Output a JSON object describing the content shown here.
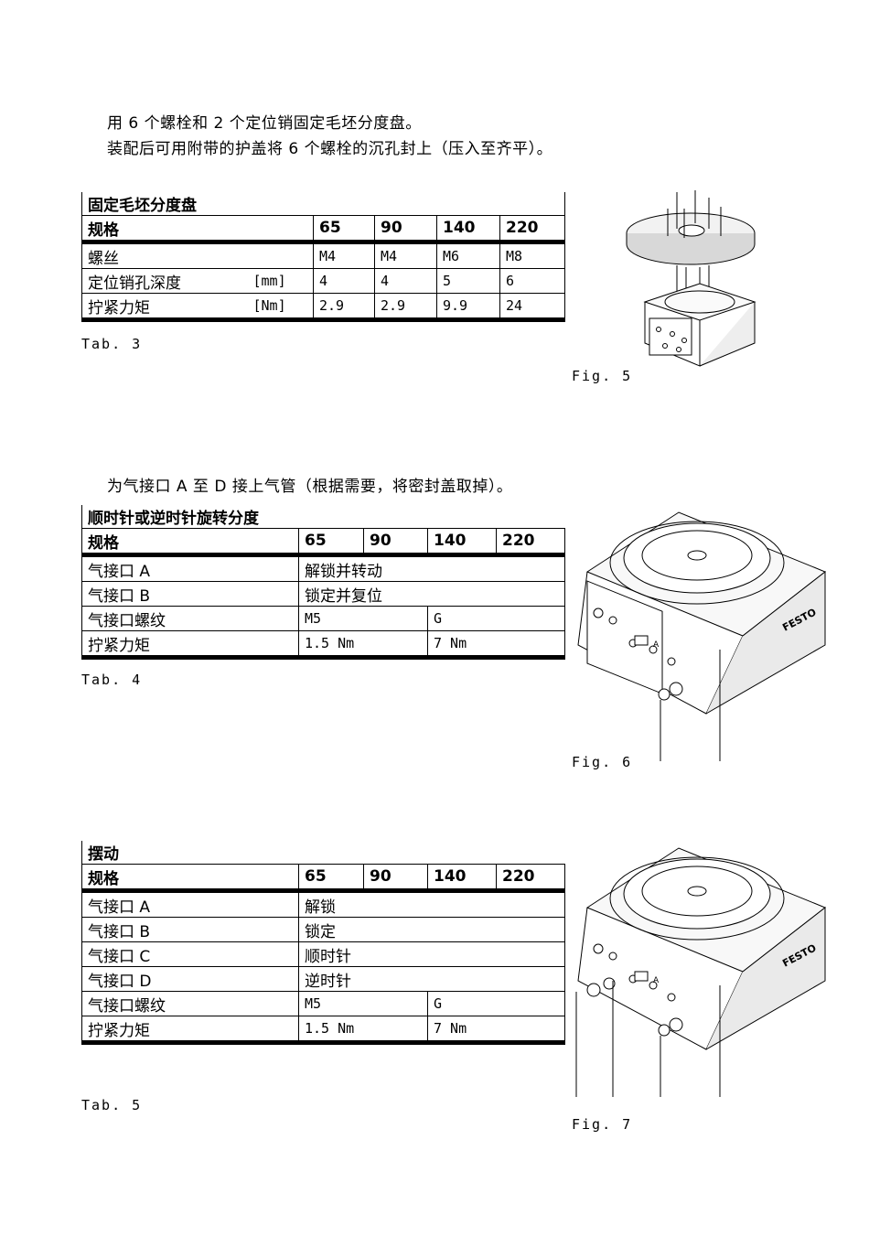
{
  "intro": {
    "line1": "用 6 个螺栓和 2 个定位销固定毛坯分度盘。",
    "line2": "装配后可用附带的护盖将 6 个螺栓的沉孔封上（压入至齐平）。"
  },
  "tab3": {
    "title": "固定毛坯分度盘",
    "head": [
      "规格",
      "65",
      "90",
      "140",
      "220"
    ],
    "rows": [
      {
        "label": "螺丝",
        "unit": "",
        "values": [
          "M4",
          "M4",
          "M6",
          "M8"
        ]
      },
      {
        "label": "定位销孔深度",
        "unit": "[mm]",
        "values": [
          "4",
          "4",
          "5",
          "6"
        ]
      },
      {
        "label": "拧紧力矩",
        "unit": "[Nm]",
        "values": [
          "2.9",
          "2.9",
          "9.9",
          "24"
        ]
      }
    ],
    "caption": "Tab. 3"
  },
  "fig5": {
    "caption": "Fig. 5"
  },
  "mid_text": "为气接口 A 至 D 接上气管（根据需要，将密封盖取掉）。",
  "tab4": {
    "title": "顺时针或逆时针旋转分度",
    "head": [
      "规格",
      "65",
      "90",
      "140",
      "220"
    ],
    "rows": [
      {
        "label": "气接口 A",
        "value": "解锁并转动"
      },
      {
        "label": "气接口 B",
        "value": "锁定并复位"
      },
      {
        "label": "气接口螺纹",
        "v1": "M5",
        "v2": "G"
      },
      {
        "label": "拧紧力矩",
        "v1": "1.5 Nm",
        "v2": "7 Nm"
      }
    ],
    "caption": "Tab. 4"
  },
  "fig6": {
    "caption": "Fig. 6",
    "brand": "FESTO",
    "port_label": "A"
  },
  "tab5": {
    "title": "摆动",
    "head": [
      "规格",
      "65",
      "90",
      "140",
      "220"
    ],
    "rows": [
      {
        "label": "气接口 A",
        "value": "解锁"
      },
      {
        "label": "气接口 B",
        "value": "锁定"
      },
      {
        "label": "气接口 C",
        "value": "顺时针"
      },
      {
        "label": "气接口 D",
        "value": "逆时针"
      },
      {
        "label": "气接口螺纹",
        "v1": "M5",
        "v2": "G"
      },
      {
        "label": "拧紧力矩",
        "v1": "1.5 Nm",
        "v2": "7 Nm"
      }
    ],
    "caption": "Tab. 5"
  },
  "fig7": {
    "caption": "Fig. 7",
    "brand": "FESTO",
    "port_label": "A"
  }
}
